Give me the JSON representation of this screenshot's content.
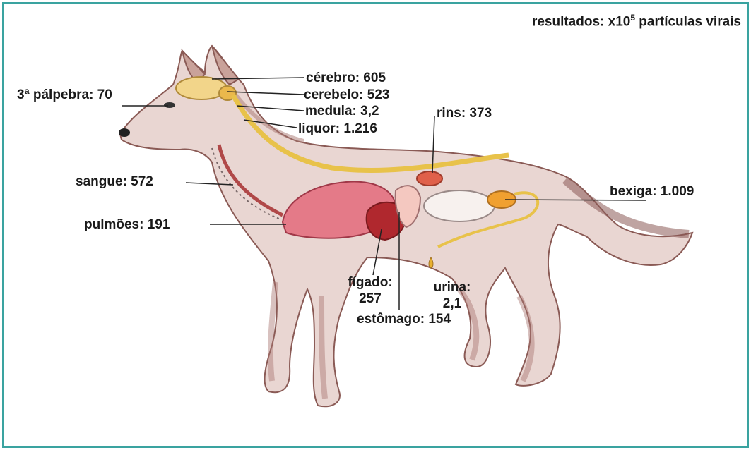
{
  "header": {
    "prefix": "resultados: x10",
    "exponent": "5",
    "suffix": " partículas virais"
  },
  "labels": {
    "cerebro": "cérebro: 605",
    "cerebelo": "cerebelo: 523",
    "medula": "medula: 3,2",
    "liquor": "liquor: 1.216",
    "palpebra": "3ª pálpebra: 70",
    "rins": "rins: 373",
    "sangue": "sangue: 572",
    "bexiga": "bexiga: 1.009",
    "pulmoes": "pulmões: 191",
    "figado_line1": "fígado:",
    "figado_line2": "257",
    "urina_line1": "urina:",
    "urina_line2": "2,1",
    "estomago": "estômago: 154"
  },
  "colors": {
    "frame": "#3aa3a0",
    "fur": "#c9a29a",
    "fur_dark": "#8a5a55",
    "lung": "#e47a88",
    "liver": "#b0282e",
    "kidney": "#e0604a",
    "nerve": "#e8c24a",
    "bladder": "#f0a030"
  }
}
